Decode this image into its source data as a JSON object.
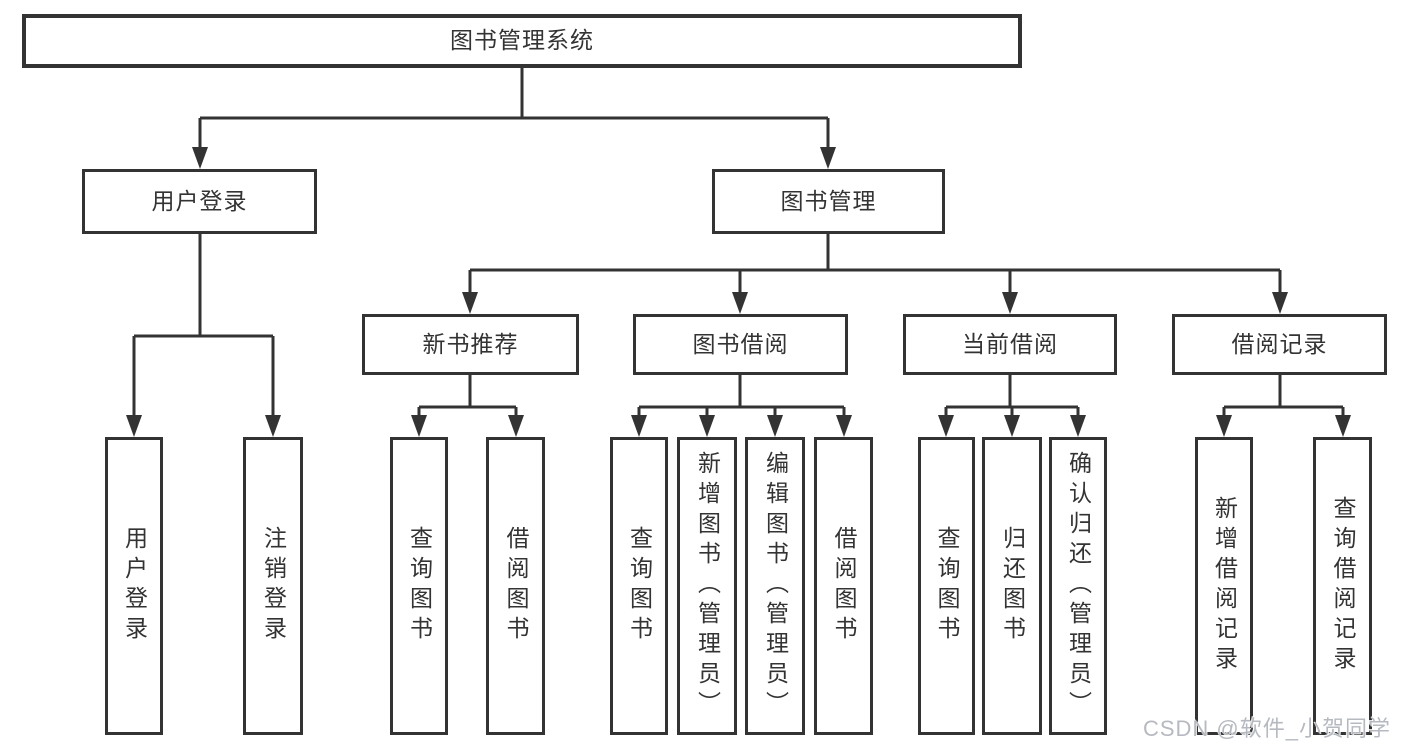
{
  "colors": {
    "line": "#333333",
    "box_border": "#333333",
    "box_fill": "#ffffff",
    "text": "#333333",
    "watermark": "#b6bac0",
    "background": "#ffffff"
  },
  "tree": {
    "root": {
      "label": "图书管理系统"
    },
    "branches": [
      {
        "label": "用户登录",
        "children": [
          {
            "label": "用户登录"
          },
          {
            "label": "注销登录"
          }
        ]
      },
      {
        "label": "图书管理",
        "children": [
          {
            "label": "新书推荐",
            "children": [
              {
                "label": "查询图书"
              },
              {
                "label": "借阅图书"
              }
            ]
          },
          {
            "label": "图书借阅",
            "children": [
              {
                "label": "查询图书"
              },
              {
                "label": "新增图书（管理员）"
              },
              {
                "label": "编辑图书（管理员）"
              },
              {
                "label": "借阅图书"
              }
            ]
          },
          {
            "label": "当前借阅",
            "children": [
              {
                "label": "查询图书"
              },
              {
                "label": "归还图书"
              },
              {
                "label": "确认归还（管理员）"
              }
            ]
          },
          {
            "label": "借阅记录",
            "children": [
              {
                "label": "新增借阅记录"
              },
              {
                "label": "查询借阅记录"
              }
            ]
          }
        ]
      }
    ]
  },
  "watermark": "CSDN @软件_小贺同学"
}
